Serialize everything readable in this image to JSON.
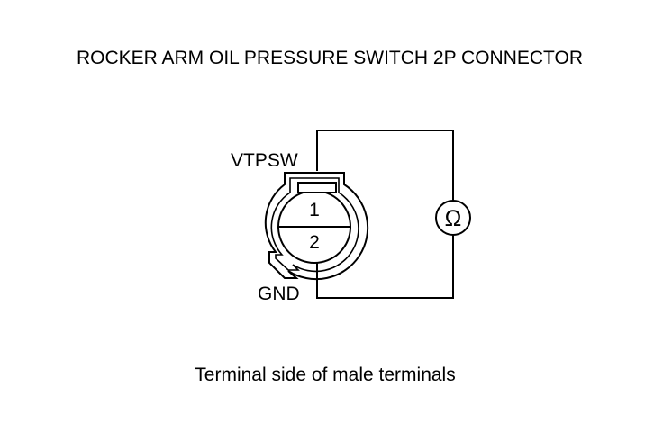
{
  "title": "ROCKER ARM OIL PRESSURE SWITCH 2P CONNECTOR",
  "labels": {
    "terminal_1_signal": "VTPSW",
    "terminal_2_signal": "GND",
    "pin_1": "1",
    "pin_2": "2",
    "meter_symbol": "Ω"
  },
  "caption": "Terminal side of male terminals",
  "colors": {
    "line": "#000000",
    "background": "#ffffff"
  }
}
